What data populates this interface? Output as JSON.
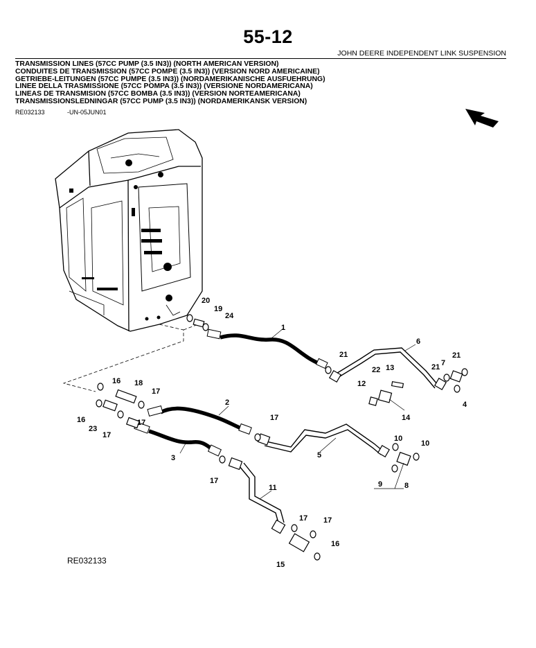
{
  "page_number": "55-12",
  "section_title": "JOHN DEERE INDEPENDENT LINK SUSPENSION",
  "titles": [
    "TRANSMISSION LINES (57CC PUMP (3.5 IN3)) (NORTH AMERICAN VERSION)",
    "CONDUITES DE TRANSMISSION (57CC POMPE (3.5 IN3)) (VERSION NORD AMERICAINE)",
    "GETRIEBE-LEITUNGEN (57CC PUMPE (3.5 IN3)) (NORDAMERIKANISCHE AUSFUEHRUNG)",
    "LINEE DELLA TRASMISSIONE (57CC POMPA (3.5 IN3)) (VERSIONE NORDAMERICANA)",
    "LINEAS DE TRANSMISION (57CC BOMBA (3.5 IN3)) (VERSION NORTEAMERICANA)",
    "TRANSMISSIONSLEDNINGAR (57CC PUMP (3.5 IN3)) (NORDAMERIKANSK VERSION)"
  ],
  "reference_code": "RE032133",
  "date_code": "-UN-05JUN01",
  "figure_code": "RE032133",
  "callouts": [
    "1",
    "2",
    "3",
    "4",
    "5",
    "6",
    "7",
    "8",
    "9",
    "10",
    "10",
    "11",
    "12",
    "13",
    "14",
    "15",
    "16",
    "16",
    "16",
    "17",
    "17",
    "17",
    "17",
    "17",
    "17",
    "17",
    "18",
    "19",
    "20",
    "21",
    "21",
    "21",
    "22",
    "23",
    "24"
  ]
}
